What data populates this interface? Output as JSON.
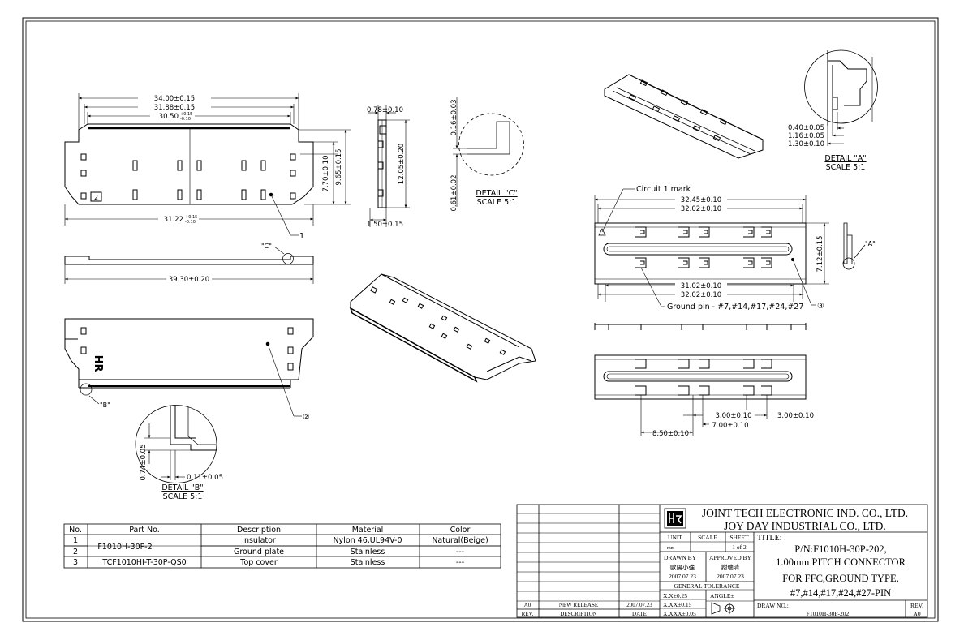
{
  "dims": {
    "d34": "34.00±0.15",
    "d3188": "31.88±0.15",
    "d3050": "30.50",
    "d3050_tol_up": "+0.15",
    "d3050_tol_dn": "-0.10",
    "d3122": "31.22",
    "d3122_tol_up": "+0.15",
    "d3122_tol_dn": "-0.10",
    "d770": "7.70±0.10",
    "d965": "9.65±0.15",
    "d3930": "39.30±0.20",
    "d078": "0.78±0.10",
    "d1205": "12.05±0.20",
    "d150": "1.50±0.15",
    "d016": "0.16±0.03",
    "d061": "0.61±0.02",
    "d074": "0.74±0.05",
    "d011": "0.11±0.05",
    "d040": "0.40±0.05",
    "d116": "1.16±0.05",
    "d130": "1.30±0.10",
    "d3245": "32.45±0.10",
    "d3202a": "32.02±0.10",
    "d3102": "31.02±0.10",
    "d3202b": "32.02±0.10",
    "d712": "7.12±0.15",
    "d300a": "3.00±0.10",
    "d300b": "3.00±0.10",
    "d700": "7.00±0.10",
    "d850": "8.50±0.10"
  },
  "labels": {
    "detail_c": "DETAIL \"C\"",
    "scale_c": "SCALE 5:1",
    "detail_b": "DETAIL \"B\"",
    "scale_b": "SCALE 5:1",
    "detail_a": "DETAIL \"A\"",
    "scale_a": "SCALE 5:1",
    "callout_c": "\"C\"",
    "callout_b": "\"B\"",
    "callout_a": "\"A\"",
    "num1": "1",
    "num2": "②",
    "num3": "③",
    "circuit_mark": "Circuit 1 mark",
    "ground_pin": "Ground pin - #7,#14,#17,#24,#27",
    "hr_mark": "HR",
    "box2": "2"
  },
  "bom": {
    "headers": [
      "No.",
      "Part No.",
      "Description",
      "Material",
      "Color"
    ],
    "rows": [
      {
        "no": "1",
        "part": "F1010H-30P-2",
        "desc": "Insulator",
        "material": "Nylon 46,UL94V-0",
        "color": "Natural(Beige)"
      },
      {
        "no": "2",
        "part": "",
        "desc": "Ground plate",
        "material": "Stainless",
        "color": "---"
      },
      {
        "no": "3",
        "part": "TCF1010HI-T-30P-QS0",
        "desc": "Top cover",
        "material": "Stainless",
        "color": "---"
      }
    ]
  },
  "title_block": {
    "company1": "JOINT TECH ELECTRONIC IND. CO., LTD.",
    "company2": "JOY DAY INDUSTRIAL CO., LTD.",
    "unit_label": "UNIT",
    "unit_value": "mm",
    "scale_label": "SCALE",
    "sheet_label": "SHEET",
    "sheet_value": "1 of 2",
    "drawn_by": "DRAWN BY",
    "drawn_name": "歐陽小強",
    "drawn_date": "2007.07.23",
    "approved_by": "APPROVED BY",
    "approved_name": "謝瑞清",
    "approved_date": "2007.07.23",
    "general_tol": "GENERAL TOLERANCE",
    "tol1": "X.X±0.25",
    "tol2": "X.XX±0.15",
    "tol3": "X.XXX±0.05",
    "angle": "ANGLE±",
    "title_label": "TITLE:",
    "title_l1": "P/N:F1010H-30P-202,",
    "title_l2": "1.00mm PITCH CONNECTOR",
    "title_l3": "FOR FFC,GROUND TYPE,",
    "title_l4": "#7,#14,#17,#24,#27-PIN",
    "draw_no_label": "DRAW NO.:",
    "draw_no": "F1010H-30P-202",
    "rev_label": "REV.",
    "rev_value": "A0",
    "rev_rev": "A0",
    "rev_desc": "NEW RELEASE",
    "rev_date": "2007.07.23",
    "hdr_rev": "REV.",
    "hdr_desc": "DESCRIPTION",
    "hdr_date": "DATE"
  }
}
